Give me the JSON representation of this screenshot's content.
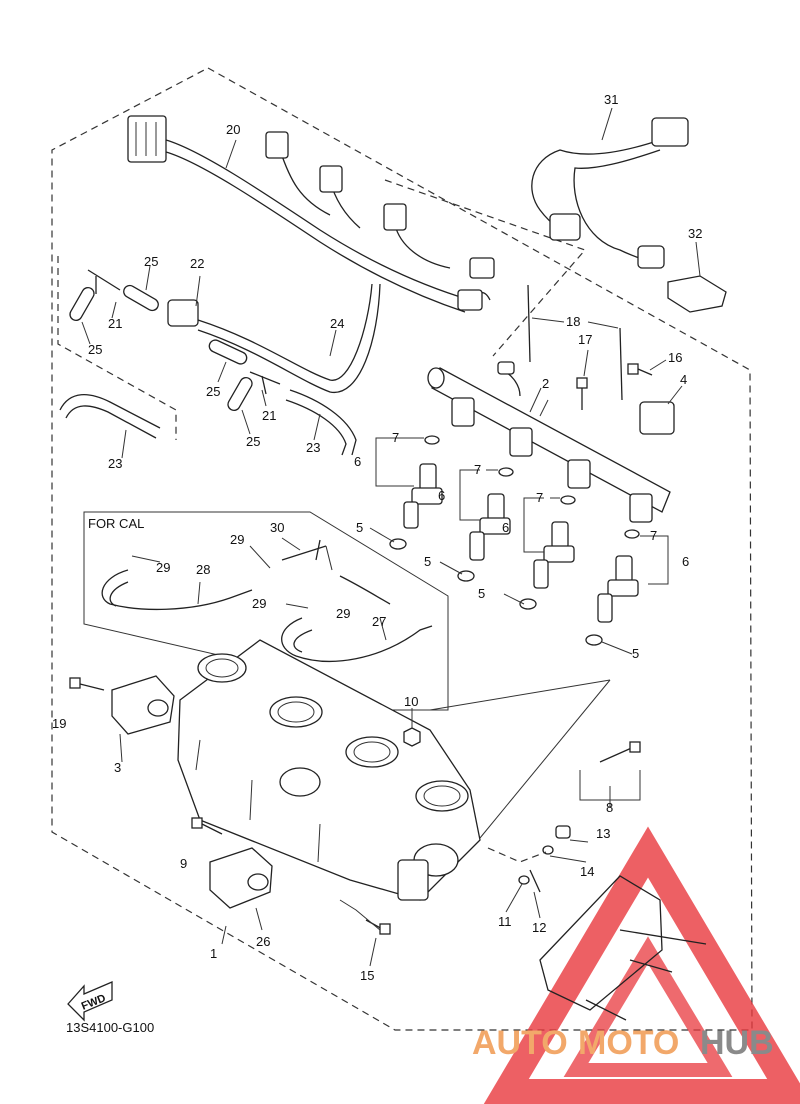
{
  "diagram": {
    "part_labels": [
      {
        "id": "l1",
        "text": "1"
      },
      {
        "id": "l2",
        "text": "2"
      },
      {
        "id": "l3",
        "text": "3"
      },
      {
        "id": "l4",
        "text": "4"
      },
      {
        "id": "l5a",
        "text": "5"
      },
      {
        "id": "l5b",
        "text": "5"
      },
      {
        "id": "l5c",
        "text": "5"
      },
      {
        "id": "l5d",
        "text": "5"
      },
      {
        "id": "l6a",
        "text": "6"
      },
      {
        "id": "l6b",
        "text": "6"
      },
      {
        "id": "l6c",
        "text": "6"
      },
      {
        "id": "l6d",
        "text": "6"
      },
      {
        "id": "l7a",
        "text": "7"
      },
      {
        "id": "l7b",
        "text": "7"
      },
      {
        "id": "l7c",
        "text": "7"
      },
      {
        "id": "l7d",
        "text": "7"
      },
      {
        "id": "l8",
        "text": "8"
      },
      {
        "id": "l9",
        "text": "9"
      },
      {
        "id": "l10",
        "text": "10"
      },
      {
        "id": "l11",
        "text": "11"
      },
      {
        "id": "l12",
        "text": "12"
      },
      {
        "id": "l13",
        "text": "13"
      },
      {
        "id": "l14",
        "text": "14"
      },
      {
        "id": "l15",
        "text": "15"
      },
      {
        "id": "l16",
        "text": "16"
      },
      {
        "id": "l17",
        "text": "17"
      },
      {
        "id": "l18",
        "text": "18"
      },
      {
        "id": "l19",
        "text": "19"
      },
      {
        "id": "l20",
        "text": "20"
      },
      {
        "id": "l21a",
        "text": "21"
      },
      {
        "id": "l21b",
        "text": "21"
      },
      {
        "id": "l22",
        "text": "22"
      },
      {
        "id": "l23a",
        "text": "23"
      },
      {
        "id": "l23b",
        "text": "23"
      },
      {
        "id": "l24",
        "text": "24"
      },
      {
        "id": "l25a",
        "text": "25"
      },
      {
        "id": "l25b",
        "text": "25"
      },
      {
        "id": "l25c",
        "text": "25"
      },
      {
        "id": "l25d",
        "text": "25"
      },
      {
        "id": "l26",
        "text": "26"
      },
      {
        "id": "l27",
        "text": "27"
      },
      {
        "id": "l28",
        "text": "28"
      },
      {
        "id": "l29a",
        "text": "29"
      },
      {
        "id": "l29b",
        "text": "29"
      },
      {
        "id": "l29c",
        "text": "29"
      },
      {
        "id": "l29d",
        "text": "29"
      },
      {
        "id": "l30",
        "text": "30"
      },
      {
        "id": "l31",
        "text": "31"
      },
      {
        "id": "l32",
        "text": "32"
      }
    ],
    "for_cal_label": "FOR CAL",
    "fwd_label": "FWD",
    "drawing_code": "13S4100-G100"
  },
  "watermark": {
    "part1": "AUTO",
    "part2": "MOTO",
    "part3": "HUB",
    "color_orange": "#f2a86a",
    "color_gray": "#8a8a8a",
    "color_red": "#e8383d"
  }
}
